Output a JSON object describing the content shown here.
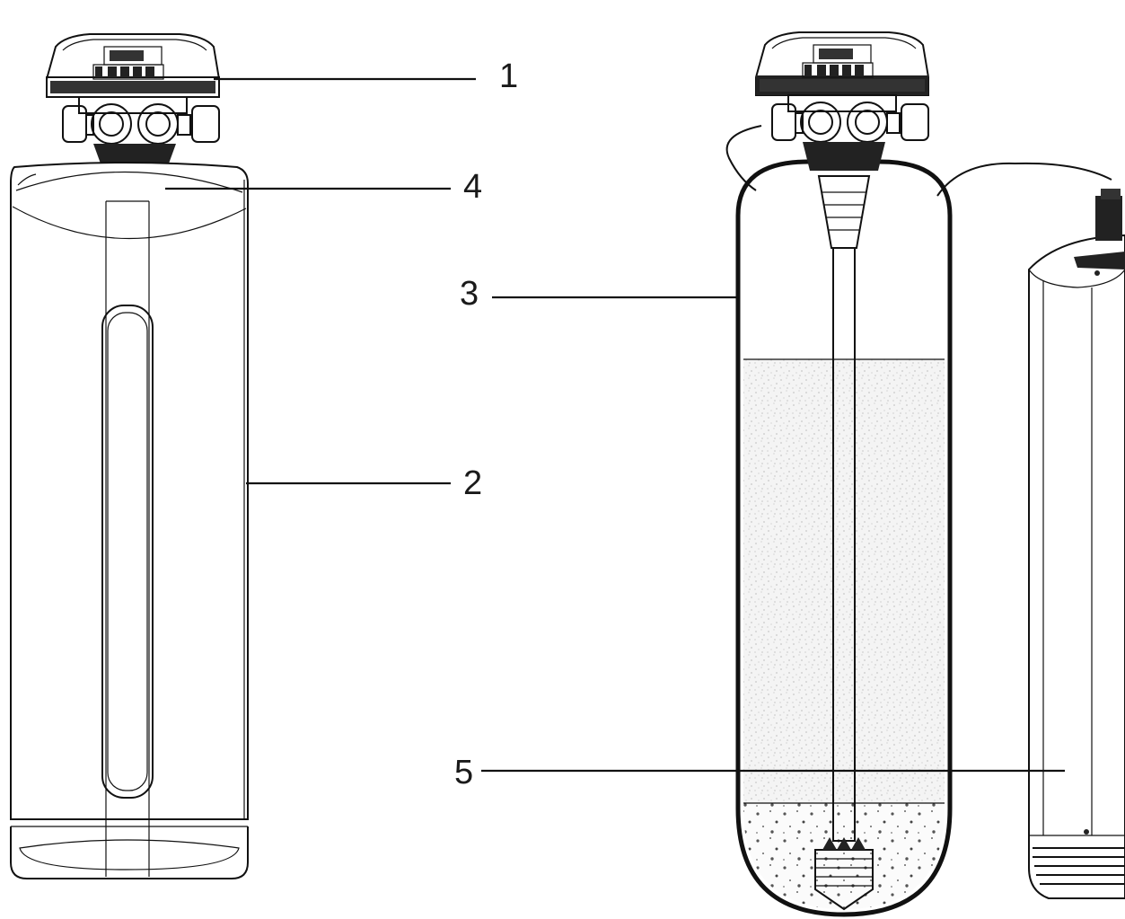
{
  "callouts": [
    {
      "id": "c1",
      "label": "1"
    },
    {
      "id": "c4",
      "label": "4"
    },
    {
      "id": "c3",
      "label": "3"
    },
    {
      "id": "c2",
      "label": "2"
    },
    {
      "id": "c5",
      "label": "5"
    }
  ],
  "icons": {
    "control_valve": "control-valve-icon",
    "cabinet": "cabinet-icon",
    "tank": "resin-tank-icon",
    "brine": "brine-tank-icon"
  }
}
